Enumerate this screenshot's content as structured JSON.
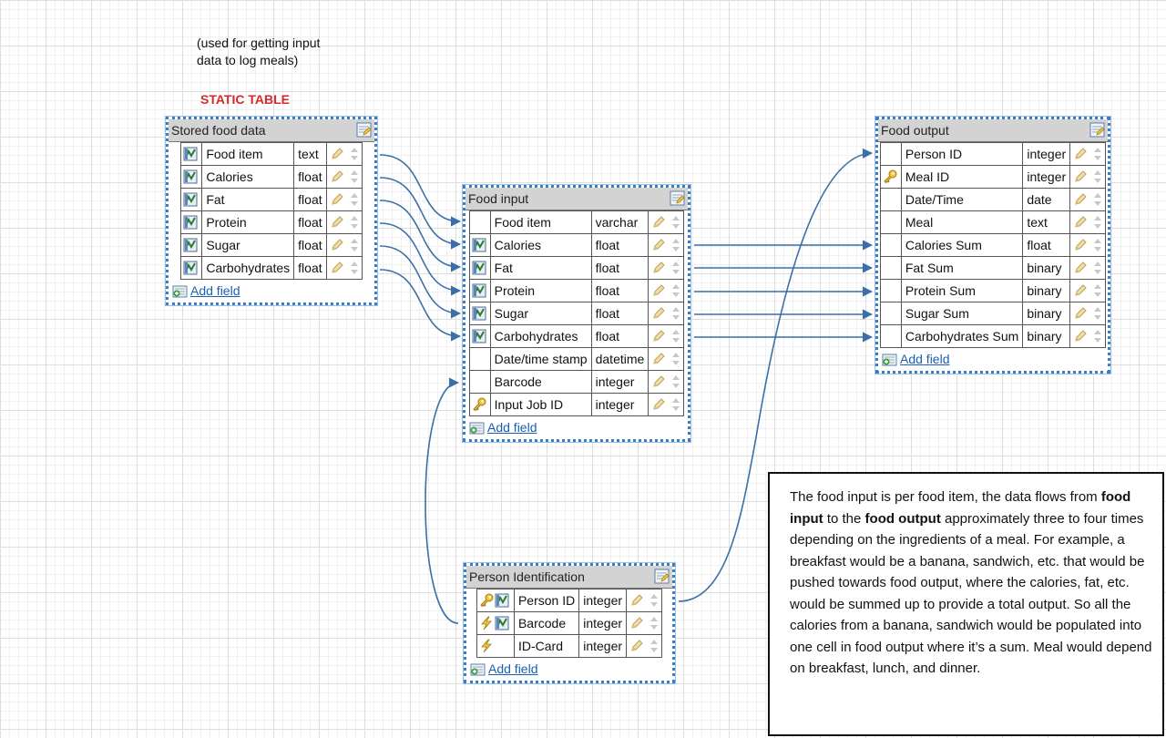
{
  "annotations": {
    "usage_note_line1": "(used for getting input",
    "usage_note_line2": "data to log meals)",
    "static_label": "STATIC TABLE"
  },
  "tables": {
    "stored": {
      "title": "Stored food data",
      "add_field": "Add field",
      "fields": [
        {
          "name": "Food item",
          "type": "text",
          "icons": [
            "link-icon"
          ]
        },
        {
          "name": "Calories",
          "type": "float",
          "icons": [
            "link-icon"
          ]
        },
        {
          "name": "Fat",
          "type": "float",
          "icons": [
            "link-icon"
          ]
        },
        {
          "name": "Protein",
          "type": "float",
          "icons": [
            "link-icon"
          ]
        },
        {
          "name": "Sugar",
          "type": "float",
          "icons": [
            "link-icon"
          ]
        },
        {
          "name": "Carbohydrates",
          "type": "float",
          "icons": [
            "link-icon"
          ]
        }
      ]
    },
    "input": {
      "title": "Food input",
      "add_field": "Add field",
      "fields": [
        {
          "name": "Food item",
          "type": "varchar",
          "icons": []
        },
        {
          "name": "Calories",
          "type": "float",
          "icons": [
            "link-icon"
          ]
        },
        {
          "name": "Fat",
          "type": "float",
          "icons": [
            "link-icon"
          ]
        },
        {
          "name": "Protein",
          "type": "float",
          "icons": [
            "link-icon"
          ]
        },
        {
          "name": "Sugar",
          "type": "float",
          "icons": [
            "link-icon"
          ]
        },
        {
          "name": "Carbohydrates",
          "type": "float",
          "icons": [
            "link-icon"
          ]
        },
        {
          "name": "Date/time stamp",
          "type": "datetime",
          "icons": []
        },
        {
          "name": "Barcode",
          "type": "integer",
          "icons": []
        },
        {
          "name": "Input Job ID",
          "type": "integer",
          "icons": [
            "key-icon"
          ]
        }
      ]
    },
    "output": {
      "title": "Food output",
      "add_field": "Add field",
      "fields": [
        {
          "name": "Person ID",
          "type": "integer",
          "icons": []
        },
        {
          "name": "Meal ID",
          "type": "integer",
          "icons": [
            "key-icon"
          ]
        },
        {
          "name": "Date/Time",
          "type": "date",
          "icons": []
        },
        {
          "name": "Meal",
          "type": "text",
          "icons": []
        },
        {
          "name": "Calories Sum",
          "type": "float",
          "icons": []
        },
        {
          "name": "Fat Sum",
          "type": "binary",
          "icons": []
        },
        {
          "name": "Protein Sum",
          "type": "binary",
          "icons": []
        },
        {
          "name": "Sugar Sum",
          "type": "binary",
          "icons": []
        },
        {
          "name": "Carbohydrates Sum",
          "type": "binary",
          "icons": []
        }
      ]
    },
    "person": {
      "title": "Person Identification",
      "add_field": "Add field",
      "fields": [
        {
          "name": "Person ID",
          "type": "integer",
          "icons": [
            "key-icon",
            "link-icon"
          ]
        },
        {
          "name": "Barcode",
          "type": "integer",
          "icons": [
            "lightning-icon",
            "link-icon"
          ]
        },
        {
          "name": "ID-Card",
          "type": "integer",
          "icons": [
            "lightning-icon"
          ]
        }
      ]
    }
  },
  "explanation": {
    "p1": "The food input is per food item, the data flows from ",
    "b1": "food input",
    "p2": "  to the ",
    "b2": "food output",
    "p3": "  approximately three to four times depending on the ingredients of a meal. For example, a breakfast would be a banana, sandwich, etc. that would be pushed towards food output, where the calories, fat, etc. would be summed up to provide a total output.  So all the calories from a banana, sandwich would be populated into one cell in food output where it’s a sum. Meal would depend on breakfast, lunch, and dinner."
  },
  "colors": {
    "wire": "#3b6fa8",
    "table_border": "#3b7dc4",
    "header_bg": "#d3d3d3",
    "static_label": "#d42a2a"
  }
}
